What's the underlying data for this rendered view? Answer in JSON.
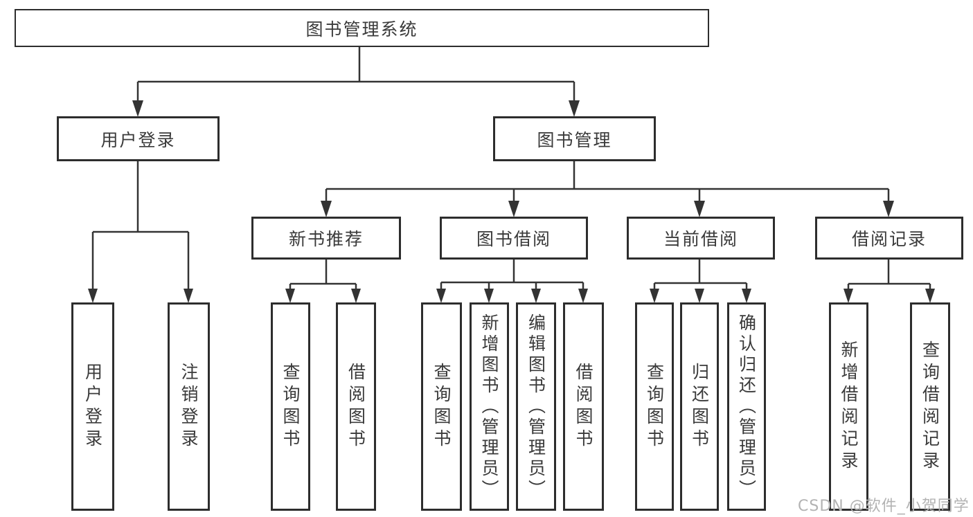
{
  "diagram": {
    "root": {
      "label": "图书管理系统"
    },
    "level1": [
      {
        "id": "user-login",
        "label": "用户登录"
      },
      {
        "id": "book-management",
        "label": "图书管理"
      }
    ],
    "level2": [
      {
        "id": "new-book-recommend",
        "label": "新书推荐"
      },
      {
        "id": "book-borrowing",
        "label": "图书借阅"
      },
      {
        "id": "current-borrowing",
        "label": "当前借阅"
      },
      {
        "id": "borrowing-records",
        "label": "借阅记录"
      }
    ],
    "leaves": [
      {
        "id": "login",
        "label": "用户登录"
      },
      {
        "id": "logout",
        "label": "注销登录"
      },
      {
        "id": "query-books-recommend",
        "label": "查询图书"
      },
      {
        "id": "borrow-books-recommend",
        "label": "借阅图书"
      },
      {
        "id": "query-books-borrow",
        "label": "查询图书"
      },
      {
        "id": "add-books-admin",
        "label": "新增图书（管理员）"
      },
      {
        "id": "edit-books-admin",
        "label": "编辑图书（管理员）"
      },
      {
        "id": "borrow-books",
        "label": "借阅图书"
      },
      {
        "id": "query-books-current",
        "label": "查询图书"
      },
      {
        "id": "return-books",
        "label": "归还图书"
      },
      {
        "id": "confirm-return-admin",
        "label": "确认归还（管理员）"
      },
      {
        "id": "add-borrow-record",
        "label": "新增借阅记录"
      },
      {
        "id": "query-borrow-record",
        "label": "查询借阅记录"
      }
    ]
  },
  "watermark": {
    "text": "CSDN @软件_小贺同学"
  },
  "colors": {
    "line": "#333333",
    "box_border": "#2d2d2d",
    "text": "#3a3a3a",
    "watermark": "#b3b3b3"
  }
}
